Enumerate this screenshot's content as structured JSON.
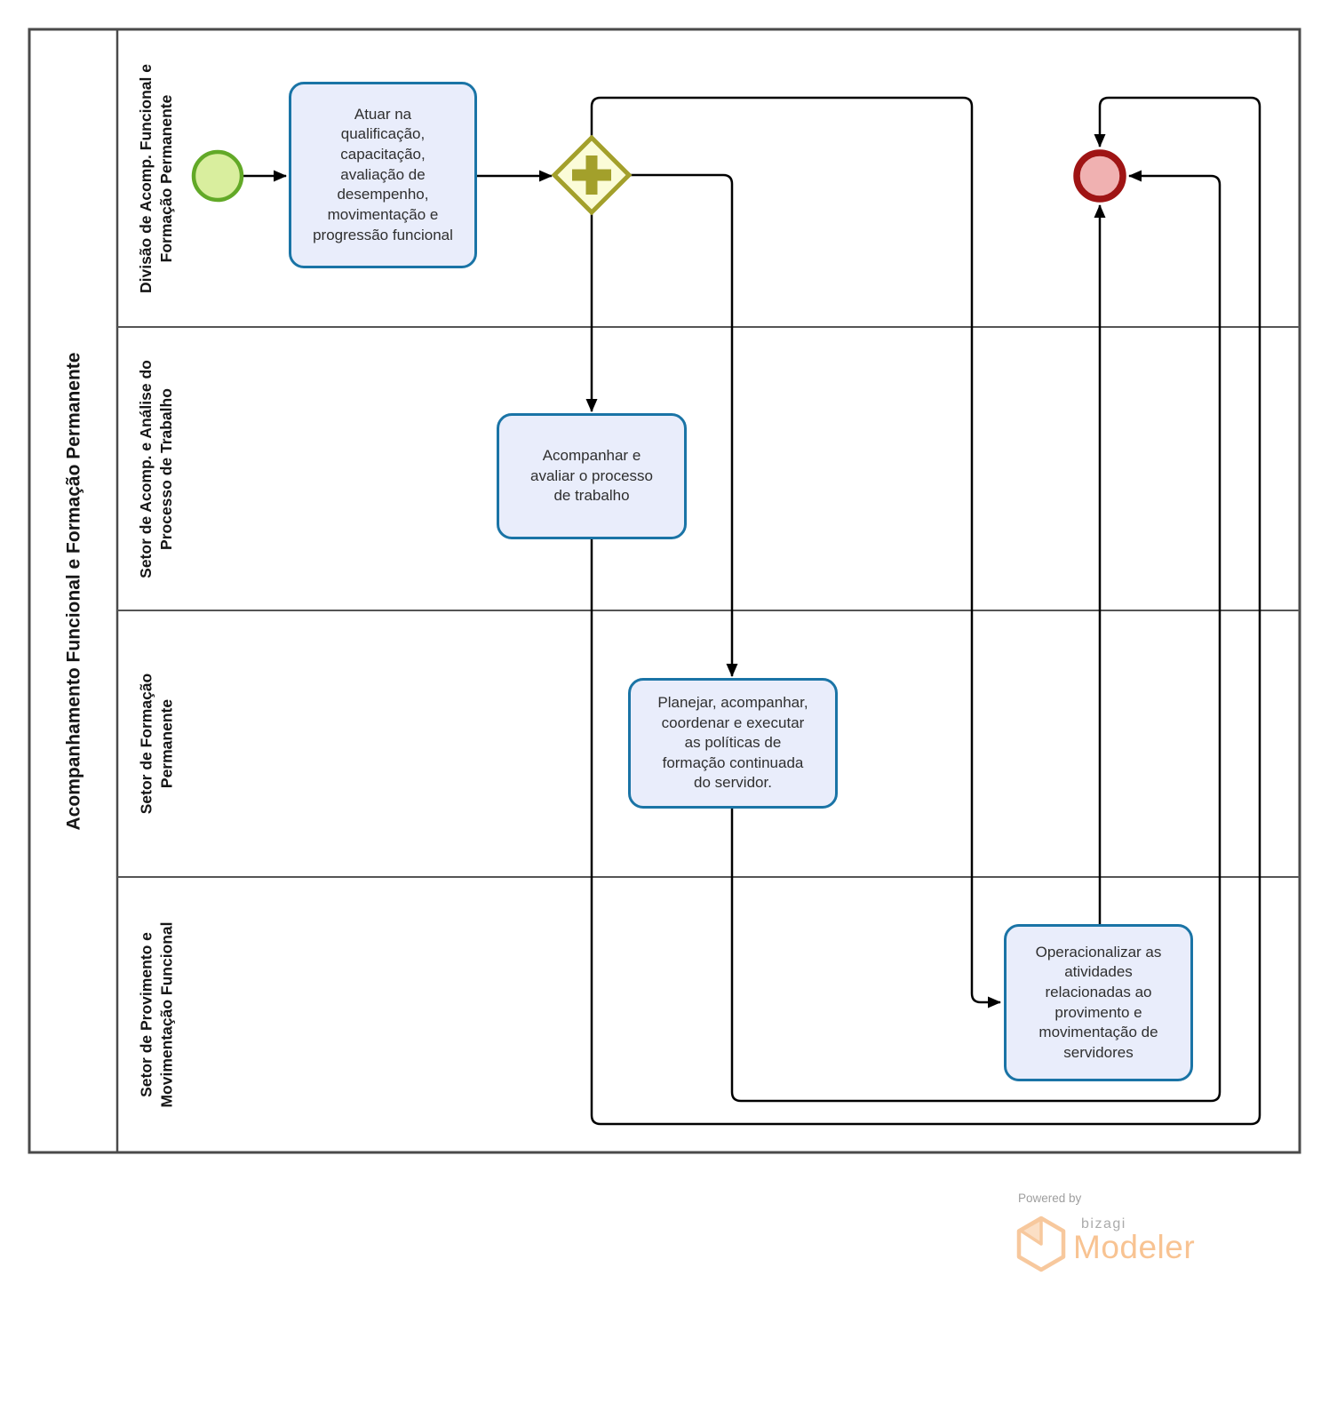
{
  "pool": {
    "title": "Acompanhamento Funcional e Formação Permanente"
  },
  "lanes": [
    {
      "label": "Divisão de Acomp. Funcional e\nFormação Permanente"
    },
    {
      "label": "Setor de Acomp. e Análise do\nProcesso de Trabalho"
    },
    {
      "label": "Setor de Formação\nPermanente"
    },
    {
      "label": "Setor de Provimento e\nMovimentação Funcional"
    }
  ],
  "tasks": [
    {
      "label": "Atuar na\nqualificação,\ncapacitação,\navaliação de\ndesempenho,\nmovimentação e\nprogressão funcional"
    },
    {
      "label": "Acompanhar e\navaliar o processo\nde trabalho"
    },
    {
      "label": "Planejar, acompanhar,\ncoordenar e executar\nas políticas de\nformação continuada\ndo servidor."
    },
    {
      "label": "Operacionalizar as\natividades\nrelacionadas ao\nprovimento e\nmovimentação de\nservidores"
    }
  ],
  "icons": {
    "start_event": "start-event-circle",
    "end_event": "end-event-circle",
    "gateway": "parallel-gateway-plus",
    "logo": "bizagi-cube-icon"
  },
  "colors": {
    "task_border": "#1a74a6",
    "task_fill": "#e9edfb",
    "start_stroke": "#62a927",
    "start_fill": "#d9ee9e",
    "end_stroke": "#9f1414",
    "end_fill": "#f0b1b1",
    "gateway_stroke": "#a3a02b",
    "gateway_fill": "#fbfcd8",
    "pool_line": "#4a4a4a",
    "flow_line": "#000000",
    "logo_orange": "#f8c392",
    "logo_gray": "#ababab"
  },
  "footer": {
    "powered_by": "Powered by",
    "brand": "bizagi",
    "product": "Modeler"
  }
}
